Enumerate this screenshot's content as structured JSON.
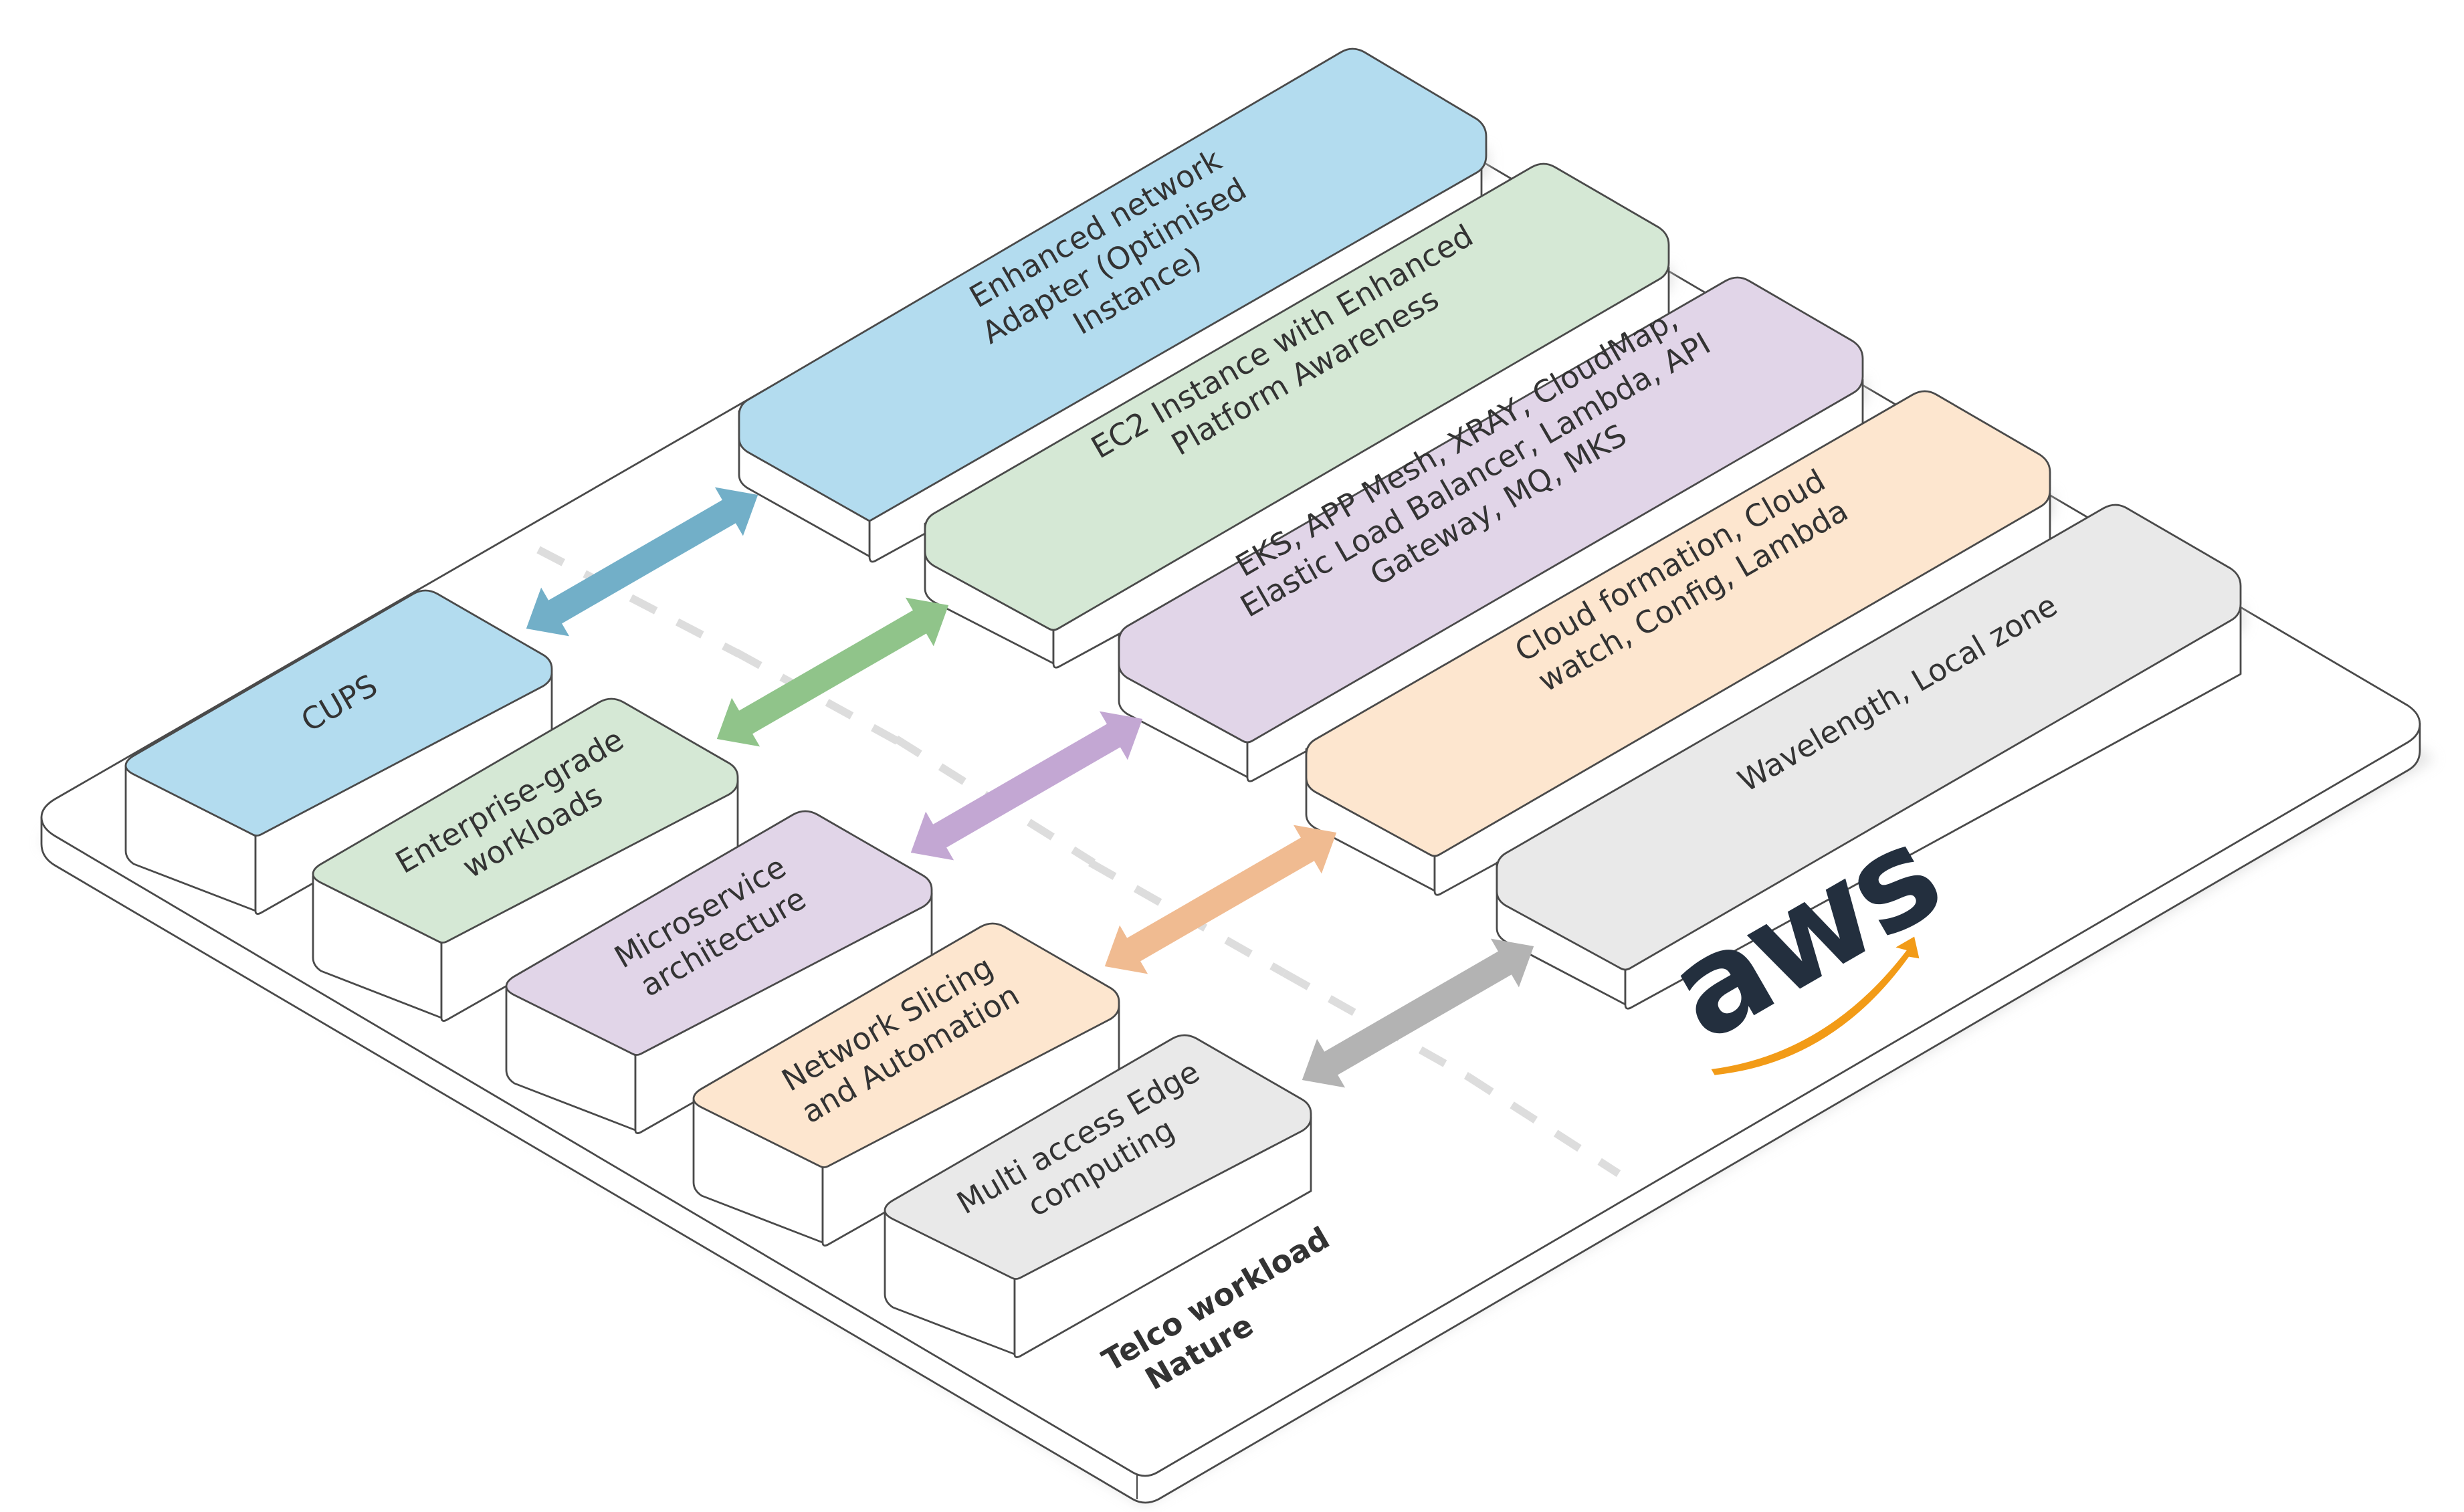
{
  "colors": {
    "blue_fill": "#b3dcef",
    "blue_arrow": "#72afc8",
    "green_fill": "#d5e8d5",
    "green_arrow": "#90c48a",
    "purple_fill": "#e1d5e8",
    "purple_arrow": "#c3a7d3",
    "orange_fill": "#fde6cf",
    "orange_arrow": "#f0bb91",
    "grey_fill": "#e9e9e9",
    "grey_arrow": "#b3b3b3",
    "aws_orange": "#f29b17",
    "aws_dark": "#232f3e"
  },
  "platform": {
    "label_line1": "Telco workload",
    "label_line2": "Nature"
  },
  "left_blocks": [
    {
      "lines": [
        "CUPS"
      ],
      "color": "blue"
    },
    {
      "lines": [
        "Enterprise-grade",
        "workloads"
      ],
      "color": "green"
    },
    {
      "lines": [
        "Microservice",
        "architecture"
      ],
      "color": "purple"
    },
    {
      "lines": [
        "Network Slicing",
        "and Automation"
      ],
      "color": "orange"
    },
    {
      "lines": [
        "Multi access Edge",
        "computing"
      ],
      "color": "grey"
    }
  ],
  "right_blocks": [
    {
      "lines": [
        "Enhanced network",
        "Adapter (Optimised",
        "Instance)"
      ],
      "color": "blue"
    },
    {
      "lines": [
        "EC2 Instance with Enhanced",
        "Platform Awareness"
      ],
      "color": "green"
    },
    {
      "lines": [
        "EKS, APP Mesh, XRAY, CloudMap,",
        "Elastic Load Balancer, Lambda, API",
        "Gateway, MQ, MKS"
      ],
      "color": "purple"
    },
    {
      "lines": [
        "Cloud formation, Cloud",
        "watch, Config, Lambda"
      ],
      "color": "orange"
    },
    {
      "lines": [
        "Wavelength, Local zone"
      ],
      "color": "grey"
    }
  ],
  "logo": {
    "text": "aws"
  }
}
